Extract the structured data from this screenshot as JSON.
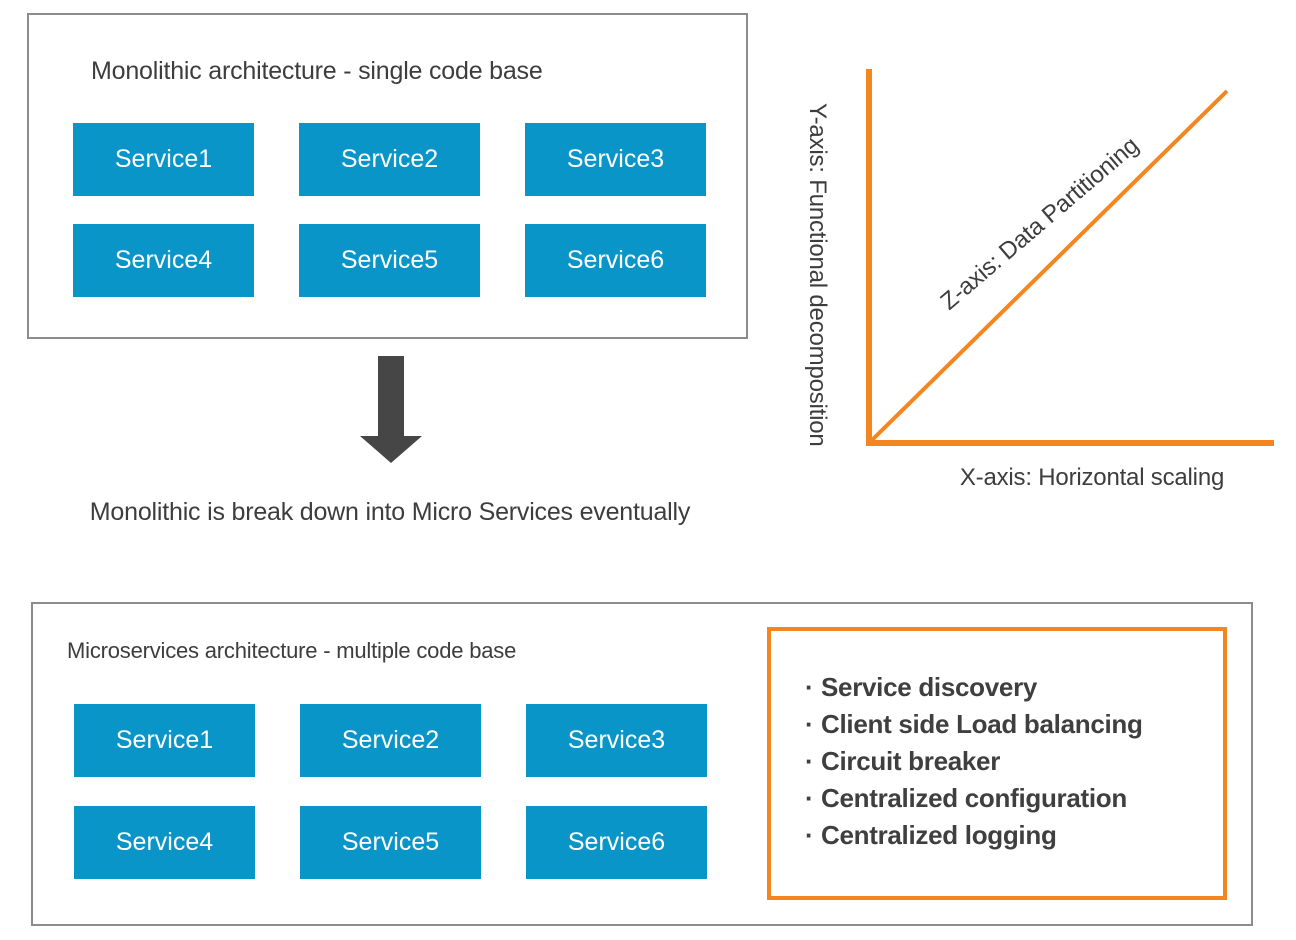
{
  "monolithic": {
    "title": "Monolithic architecture - single code base",
    "services": [
      "Service1",
      "Service2",
      "Service3",
      "Service4",
      "Service5",
      "Service6"
    ]
  },
  "transition": {
    "caption": "Monolithic is break down into Micro Services eventually",
    "arrow_icon": "down-arrow-icon",
    "arrow_color": "#464646"
  },
  "microservices": {
    "title": "Microservices architecture - multiple code base",
    "services": [
      "Service1",
      "Service2",
      "Service3",
      "Service4",
      "Service5",
      "Service6"
    ]
  },
  "features": {
    "items": [
      "Service discovery",
      "Client side Load balancing",
      "Circuit breaker",
      "Centralized configuration",
      "Centralized logging"
    ],
    "bullet_glyph": "·",
    "border_color": "#f5851f"
  },
  "scale_cube": {
    "x_axis_label": "X-axis: Horizontal scaling",
    "y_axis_label": "Y-axis: Functional decomposition",
    "z_axis_label": "Z-axis: Data Partitioning",
    "axis_color": "#f5851f"
  },
  "colors": {
    "service_blue": "#0a95c8",
    "accent_orange": "#f5851f",
    "panel_border": "#8c8c8c",
    "text_dark": "#3d3d3d"
  }
}
